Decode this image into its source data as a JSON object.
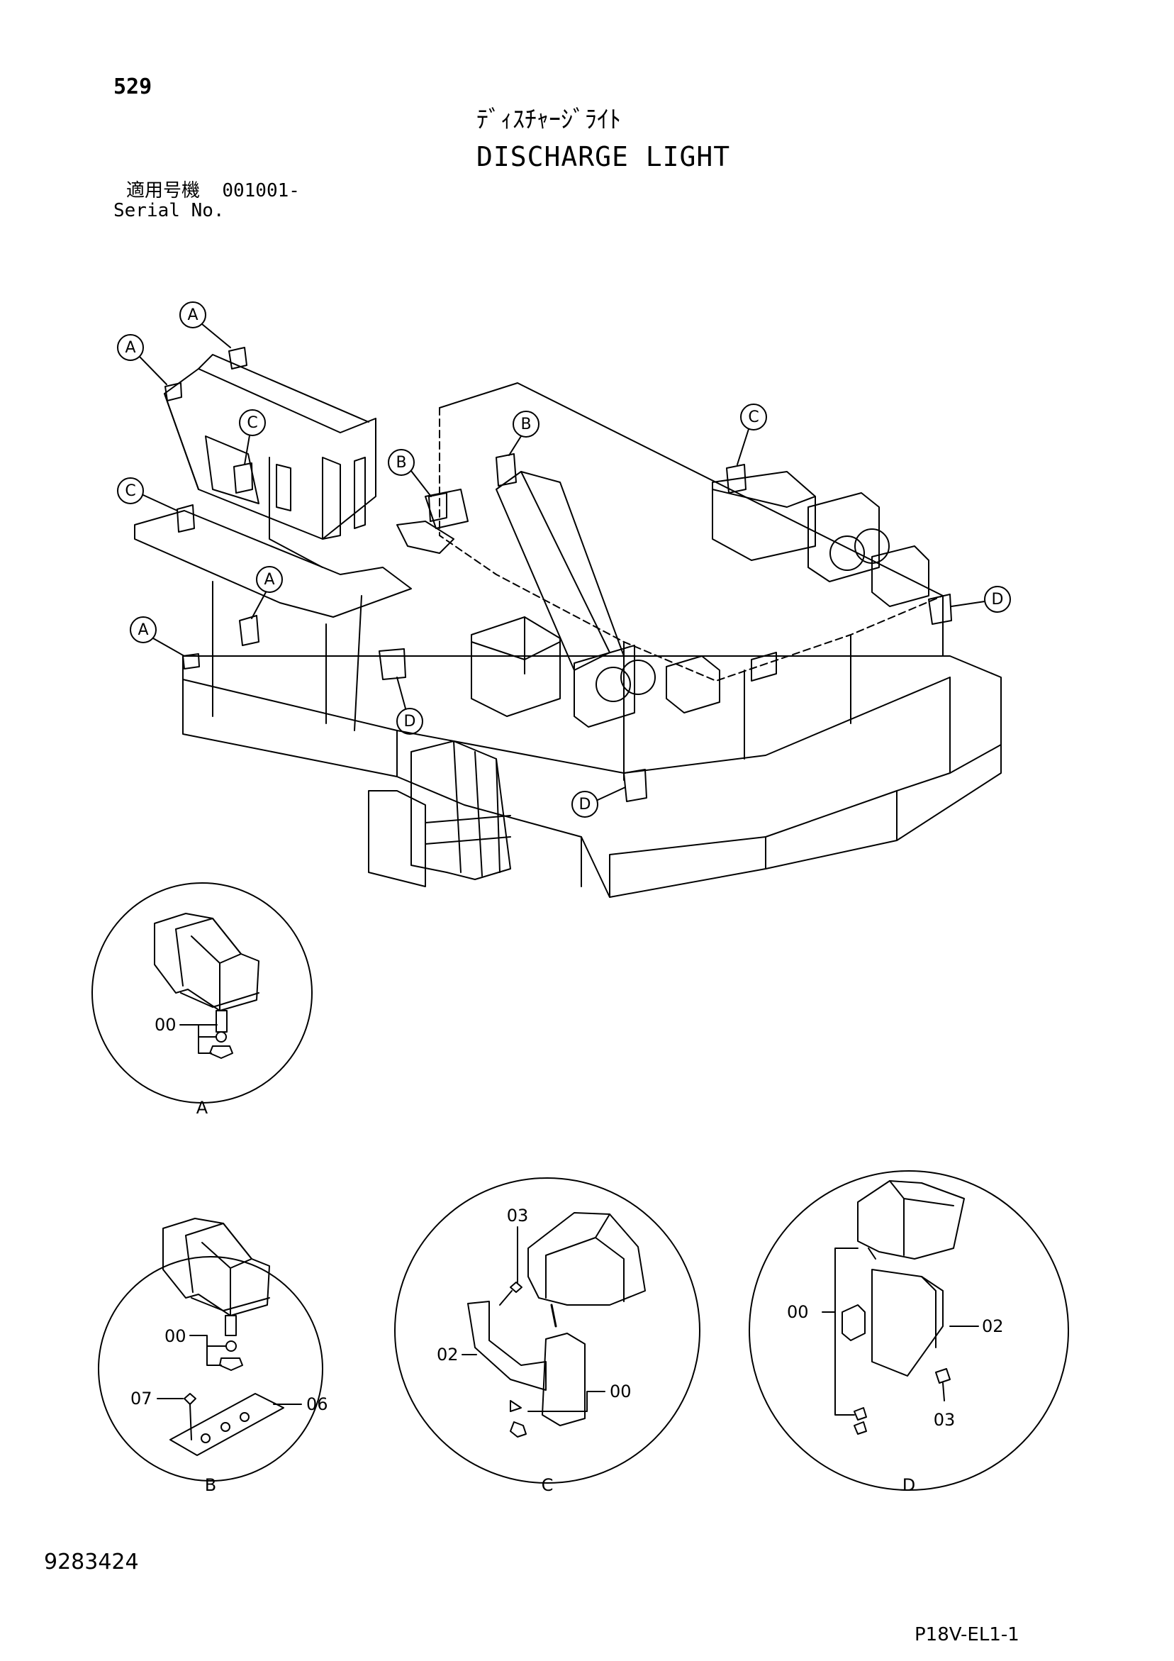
{
  "page_number": "529",
  "title_jp": "ﾃﾞｨｽﾁｬｰｼﾞﾗｲﾄ",
  "title_en": "DISCHARGE LIGHT",
  "serial_label_jp": "適用号機",
  "serial_value": "001001-",
  "serial_label_en": "Serial No.",
  "callouts": {
    "A": "A",
    "B": "B",
    "C": "C",
    "D": "D"
  },
  "details": {
    "A": {
      "label": "A",
      "parts": [
        "00"
      ]
    },
    "B": {
      "label": "B",
      "parts": [
        "00",
        "07",
        "06"
      ]
    },
    "C": {
      "label": "C",
      "parts": [
        "03",
        "02",
        "00"
      ]
    },
    "D": {
      "label": "D",
      "parts": [
        "00",
        "02",
        "03"
      ]
    }
  },
  "document_number": "9283424",
  "reference_code": "P18V-EL1-1"
}
